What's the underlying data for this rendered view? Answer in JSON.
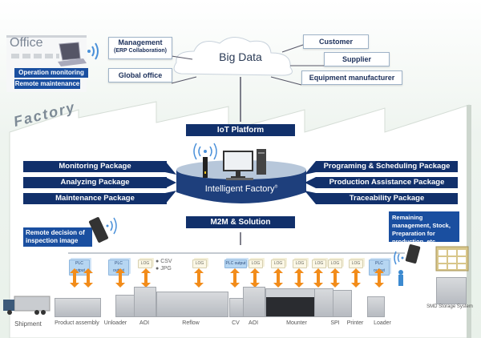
{
  "office": {
    "title": "Office",
    "badges": [
      "Operation monitoring",
      "Remote maintenance"
    ]
  },
  "cloud": {
    "label": "Big Data",
    "left_boxes": [
      {
        "title": "Management",
        "subtitle": "(ERP Collaboration)"
      },
      {
        "title": "Global office",
        "subtitle": ""
      }
    ],
    "right_boxes": [
      "Customer",
      "Supplier",
      "Equipment manufacturer"
    ]
  },
  "factory": {
    "title": "Factory",
    "iot_platform": "IoT Platform",
    "hub_label": "Intelligent Factory",
    "hub_mark": "®",
    "m2m": "M2M & Solution",
    "left_packages": [
      "Monitoring Package",
      "Analyzing Package",
      "Maintenance Package"
    ],
    "right_packages": [
      "Programing & Scheduling Package",
      "Production Assistance Package",
      "Traceability Package"
    ],
    "remote_decision": "Remote decision of inspection image",
    "remaining_mgmt": "Remaining management, Stock, Preparation for production, etc.,",
    "file_types": [
      "CSV",
      "JPG"
    ],
    "tags": {
      "plc": "PLC output",
      "log": "LOG"
    },
    "smd_storage": "SMD Storage System",
    "line_stations": [
      "Shipment",
      "Product assembly",
      "Unloader",
      "AOI",
      "Reflow",
      "CV",
      "AOI",
      "Mounter",
      "SPI",
      "Printer",
      "Loader"
    ]
  },
  "colors": {
    "navy": "#11306b",
    "blue": "#1a4fa0",
    "orange": "#f28c1a",
    "wifi": "#4a90d9"
  }
}
